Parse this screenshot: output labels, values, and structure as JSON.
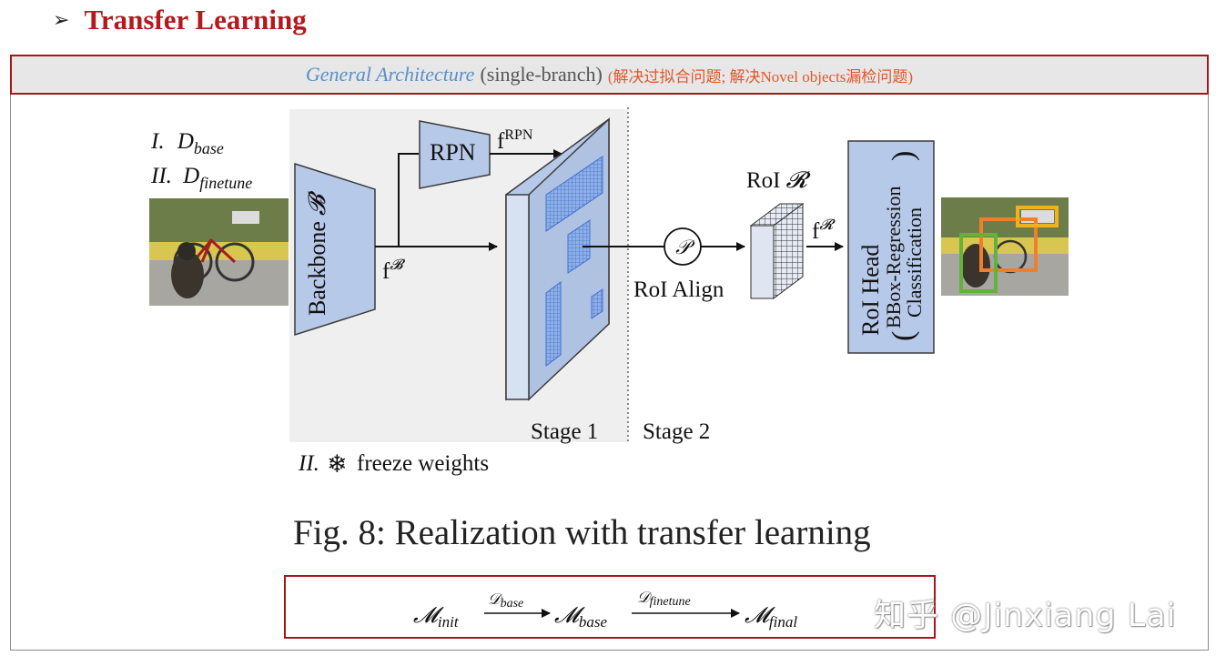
{
  "heading": {
    "bullet": "➢",
    "title": "Transfer Learning"
  },
  "banner": {
    "general": "General Architecture",
    "branch": "(single-branch)",
    "note": "(解决过拟合问题; 解决Novel objects漏检问题)"
  },
  "diagram": {
    "datasets": {
      "prefix1": "I.",
      "base": "D",
      "base_sub": "base",
      "prefix2": "II.",
      "finetune": "D",
      "finetune_sub": "finetune"
    },
    "backbone": {
      "label": "Backbone",
      "symbol": "𝓑"
    },
    "fB": {
      "base": "f",
      "sup": "𝓑"
    },
    "rpn": {
      "label": "RPN"
    },
    "fRPN": {
      "base": "f",
      "sup": "RPN"
    },
    "roi_align": {
      "symbol": "𝒫",
      "label": "RoI Align"
    },
    "roi": {
      "label": "RoI",
      "symbol": "𝓡"
    },
    "fR": {
      "base": "f",
      "sup": "𝓡"
    },
    "head": {
      "line1": "RoI Head",
      "line2": "BBox-Regression",
      "line3": "Classification",
      "paren_open": "(",
      "paren_close": ")"
    },
    "stage1": "Stage 1",
    "stage2": "Stage 2",
    "freeze": {
      "prefix": "II.",
      "icon": "❄",
      "label": "freeze weights"
    }
  },
  "caption": "Fig. 8: Realization with transfer learning",
  "formula": {
    "m_init": "𝓜",
    "m_init_sub": "init",
    "arrow1_label": "𝒟",
    "arrow1_sub": "base",
    "m_base": "𝓜",
    "m_base_sub": "base",
    "arrow2_label": "𝒟",
    "arrow2_sub": "finetune",
    "m_final": "𝓜",
    "m_final_sub": "final"
  },
  "watermark": "知乎 @Jinxiang Lai",
  "colors": {
    "accent_red": "#b3191e",
    "box_blue": "#b7c9e8",
    "box_stroke": "#3b3b3b",
    "banner_blue": "#5b8fc7",
    "note_orange": "#e2572b",
    "stage_bg": "#efefef"
  },
  "icons": [
    "bullet-arrow-icon",
    "snowflake-icon",
    "photo-dog-bicycle-icon",
    "photo-detections-icon"
  ]
}
